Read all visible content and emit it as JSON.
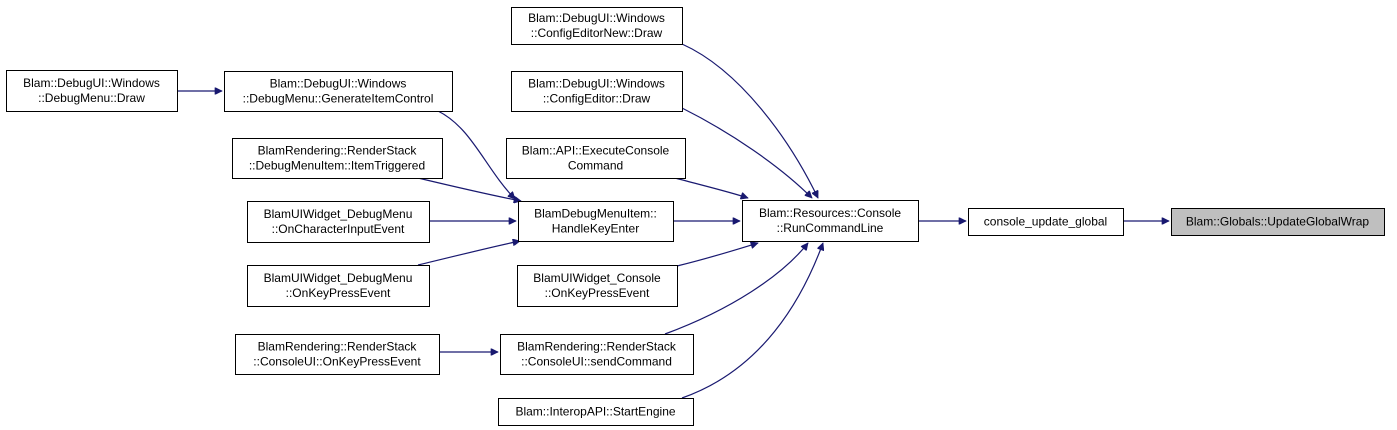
{
  "nodes": [
    {
      "id": "update_global_wrap",
      "lines": [
        "Blam::Globals::UpdateGlobalWrap"
      ],
      "highlight": true
    },
    {
      "id": "console_update_global",
      "lines": [
        "console_update_global"
      ]
    },
    {
      "id": "run_command_line",
      "lines": [
        "Blam::Resources::Console",
        "::RunCommandLine"
      ]
    },
    {
      "id": "config_editor_new_draw",
      "lines": [
        "Blam::DebugUI::Windows",
        "::ConfigEditorNew::Draw"
      ]
    },
    {
      "id": "config_editor_draw",
      "lines": [
        "Blam::DebugUI::Windows",
        "::ConfigEditor::Draw"
      ]
    },
    {
      "id": "execute_console_command",
      "lines": [
        "Blam::API::ExecuteConsole",
        "Command"
      ]
    },
    {
      "id": "handle_key_enter",
      "lines": [
        "BlamDebugMenuItem::",
        "HandleKeyEnter"
      ]
    },
    {
      "id": "console_on_key_press",
      "lines": [
        "BlamUIWidget_Console",
        "::OnKeyPressEvent"
      ]
    },
    {
      "id": "send_command",
      "lines": [
        "BlamRendering::RenderStack",
        "::ConsoleUI::sendCommand"
      ]
    },
    {
      "id": "start_engine",
      "lines": [
        "Blam::InteropAPI::StartEngine"
      ]
    },
    {
      "id": "debug_menu_draw",
      "lines": [
        "Blam::DebugUI::Windows",
        "::DebugMenu::Draw"
      ]
    },
    {
      "id": "generate_item_control",
      "lines": [
        "Blam::DebugUI::Windows",
        "::DebugMenu::GenerateItemControl"
      ]
    },
    {
      "id": "item_triggered",
      "lines": [
        "BlamRendering::RenderStack",
        "::DebugMenuItem::ItemTriggered"
      ]
    },
    {
      "id": "debug_menu_on_char_input",
      "lines": [
        "BlamUIWidget_DebugMenu",
        "::OnCharacterInputEvent"
      ]
    },
    {
      "id": "debug_menu_on_key_press",
      "lines": [
        "BlamUIWidget_DebugMenu",
        "::OnKeyPressEvent"
      ]
    },
    {
      "id": "console_ui_on_key_press",
      "lines": [
        "BlamRendering::RenderStack",
        "::ConsoleUI::OnKeyPressEvent"
      ]
    }
  ],
  "edges": [
    {
      "from": "console_update_global",
      "to": "update_global_wrap"
    },
    {
      "from": "run_command_line",
      "to": "console_update_global"
    },
    {
      "from": "config_editor_new_draw",
      "to": "run_command_line"
    },
    {
      "from": "config_editor_draw",
      "to": "run_command_line"
    },
    {
      "from": "execute_console_command",
      "to": "run_command_line"
    },
    {
      "from": "handle_key_enter",
      "to": "run_command_line"
    },
    {
      "from": "console_on_key_press",
      "to": "run_command_line"
    },
    {
      "from": "send_command",
      "to": "run_command_line"
    },
    {
      "from": "start_engine",
      "to": "run_command_line"
    },
    {
      "from": "debug_menu_draw",
      "to": "generate_item_control"
    },
    {
      "from": "generate_item_control",
      "to": "handle_key_enter"
    },
    {
      "from": "item_triggered",
      "to": "handle_key_enter"
    },
    {
      "from": "debug_menu_on_char_input",
      "to": "handle_key_enter"
    },
    {
      "from": "debug_menu_on_key_press",
      "to": "handle_key_enter"
    },
    {
      "from": "console_ui_on_key_press",
      "to": "send_command"
    }
  ],
  "colors": {
    "edge": "#191970",
    "highlight_fill": "#bfbfbf",
    "node_fill": "#ffffff"
  }
}
